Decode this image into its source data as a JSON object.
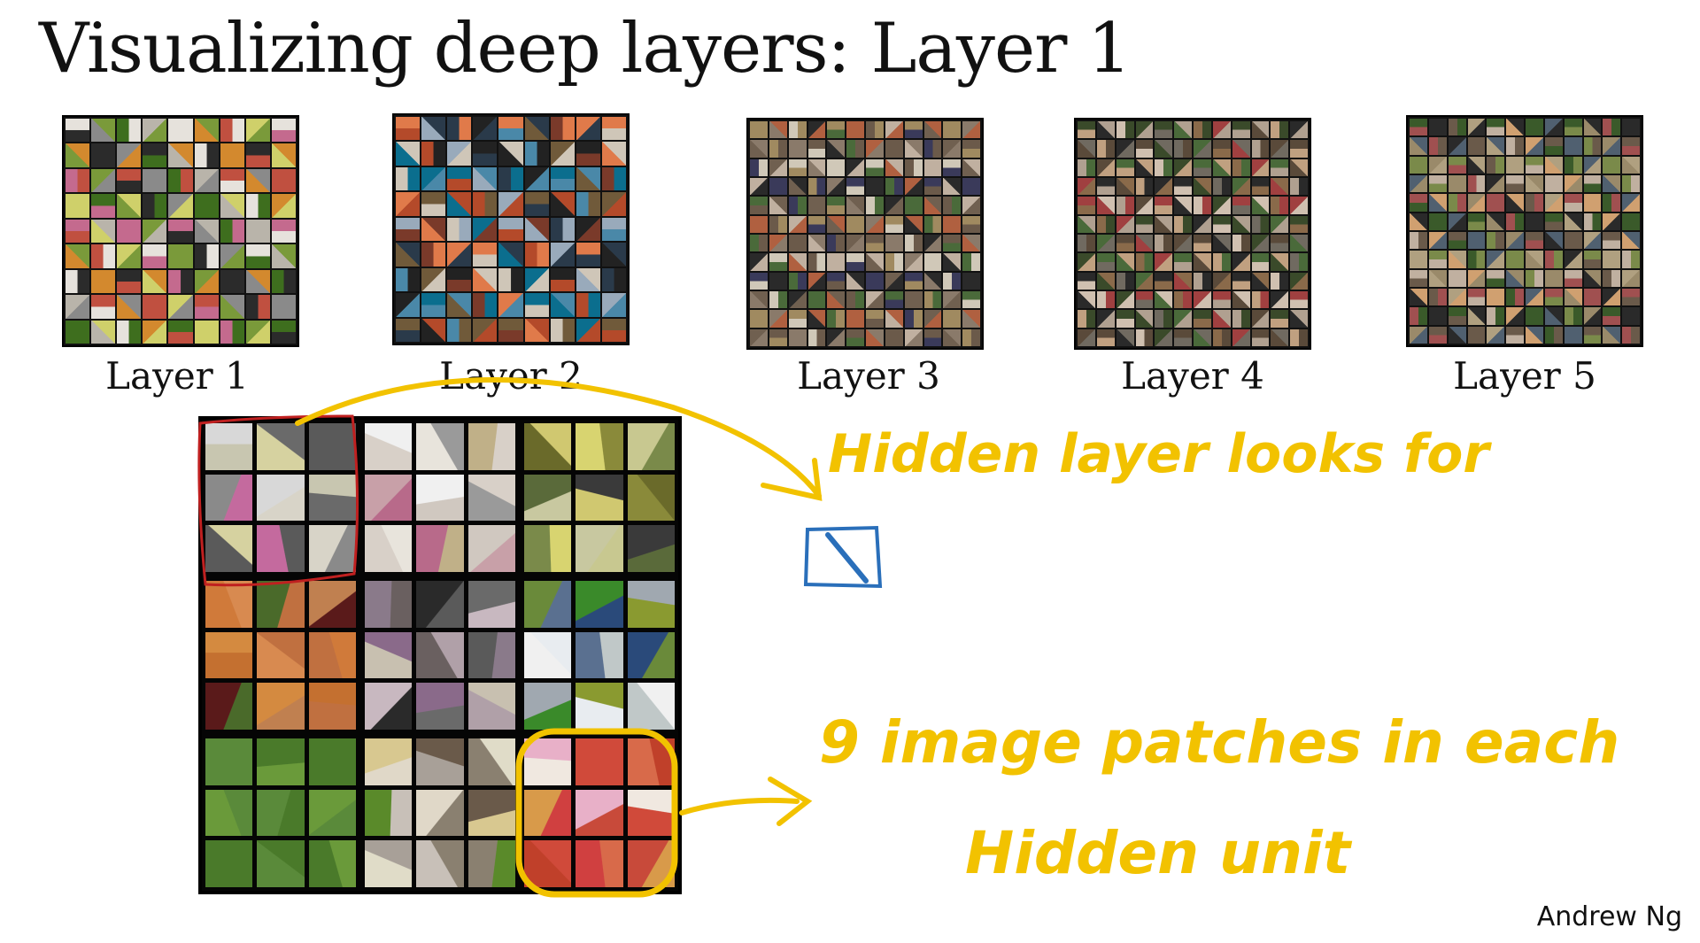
{
  "slide": {
    "title": "Visualizing deep layers: Layer 1",
    "layers": [
      {
        "label": "Layer 1",
        "palette": [
          "#2b2b2b",
          "#cfd06a",
          "#e6e2dc",
          "#8a8a8a",
          "#c46a8e",
          "#d3892e",
          "#3e6e1e",
          "#7a9a3a",
          "#c05040",
          "#b9b4aa"
        ],
        "cols": 9
      },
      {
        "label": "Layer 2",
        "palette": [
          "#222",
          "#b44a2a",
          "#e07a4a",
          "#4a88a8",
          "#9ab",
          "#cfc6b8",
          "#705a3a",
          "#2a3a4a",
          "#0b6e8e",
          "#7a3a2a"
        ],
        "cols": 9
      },
      {
        "label": "Layer 3",
        "palette": [
          "#6b5a4a",
          "#2a2a2a",
          "#a08a60",
          "#c0b0a0",
          "#4a6a3a",
          "#8a7a6a",
          "#3a3a5a",
          "#b06040",
          "#d0c8b8",
          "#706050"
        ],
        "cols": 12
      },
      {
        "label": "Layer 4",
        "palette": [
          "#5a4a3a",
          "#8a6a4a",
          "#3a4a2a",
          "#c0a080",
          "#a04040",
          "#706a60",
          "#2a2a2a",
          "#b0a090",
          "#4a6a3a",
          "#d0c0b0"
        ],
        "cols": 12
      },
      {
        "label": "Layer 5",
        "palette": [
          "#6a5a4a",
          "#9a8a6a",
          "#3a5a2a",
          "#b0a080",
          "#a05050",
          "#506070",
          "#c0b0a0",
          "#2a2a2a",
          "#7a8a4a",
          "#d0a070"
        ],
        "cols": 12
      }
    ],
    "big_grid": {
      "blocks": [
        [
          "#c8c6b0",
          "#d6d2a0",
          "#5a5a5a",
          "#8a8a8a",
          "#d8d8d8",
          "#6a6a6a",
          "#5a5a5a",
          "#c46a9e",
          "#d8d4c8"
        ],
        [
          "#d8d0c8",
          "#e8e4dc",
          "#c0b088",
          "#c8a0a8",
          "#f0f0f0",
          "#9a9a9a",
          "#d8d0c8",
          "#b86a8a",
          "#d0c8c0"
        ],
        [
          "#6a6a2a",
          "#d8d470",
          "#c8c890",
          "#5a6a3a",
          "#d0c870",
          "#8a8a3a",
          "#7a8a4a",
          "#c8c8a0",
          "#3a3a3a"
        ],
        [
          "#d07a3a",
          "#4a6a2a",
          "#c08050",
          "#c47030",
          "#d88a50",
          "#c07040",
          "#5a1a1a",
          "#d48a40",
          "#c07040"
        ],
        [
          "#8a7a8a",
          "#2a2a2a",
          "#6a6a6a",
          "#c8c0b0",
          "#6a6060",
          "#5a5a5a",
          "#c8b8c0",
          "#8a6a8a",
          "#b0a0a8"
        ],
        [
          "#6a8a3a",
          "#3a8a2a",
          "#8a9a30",
          "#f0f0f0",
          "#5a7090",
          "#2a4a7a",
          "#a0a8b0",
          "#e8ecf0",
          "#c0c8c8"
        ],
        [
          "#5a8a3a",
          "#4a7a2a",
          "#4a7a2a",
          "#6a9a3a",
          "#5a8a3a",
          "#6a9a3a",
          "#4a7a2a",
          "#5a8a3a",
          "#4a7a2a"
        ],
        [
          "#d8c890",
          "#a8a098",
          "#8a8070",
          "#5a8a2a",
          "#e0d8c8",
          "#6a5a4a",
          "#e0dcc8",
          "#c8c0b8",
          "#8a8070"
        ],
        [
          "#f0e8e0",
          "#d04a3a",
          "#d86a4a",
          "#d89a4a",
          "#e8b0c8",
          "#d04a3a",
          "#c0402a",
          "#d04040",
          "#c84a3a"
        ]
      ]
    },
    "annotations": {
      "hidden_layer_text": "Hidden layer looks for",
      "patches_line1": "9 image patches in each",
      "patches_line2": "Hidden unit",
      "ink_color": "#f2c200",
      "blue_ink": "#2a6fba",
      "red_ink": "#c02020"
    },
    "credit": "Andrew Ng"
  }
}
